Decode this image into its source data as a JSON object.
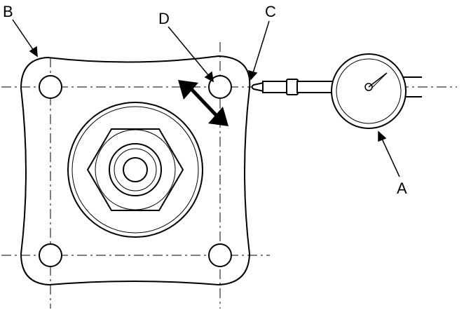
{
  "diagram": {
    "labels": {
      "a": "A",
      "b": "B",
      "c": "C",
      "d": "D"
    },
    "colors": {
      "line": "#000000",
      "background": "#ffffff"
    }
  }
}
